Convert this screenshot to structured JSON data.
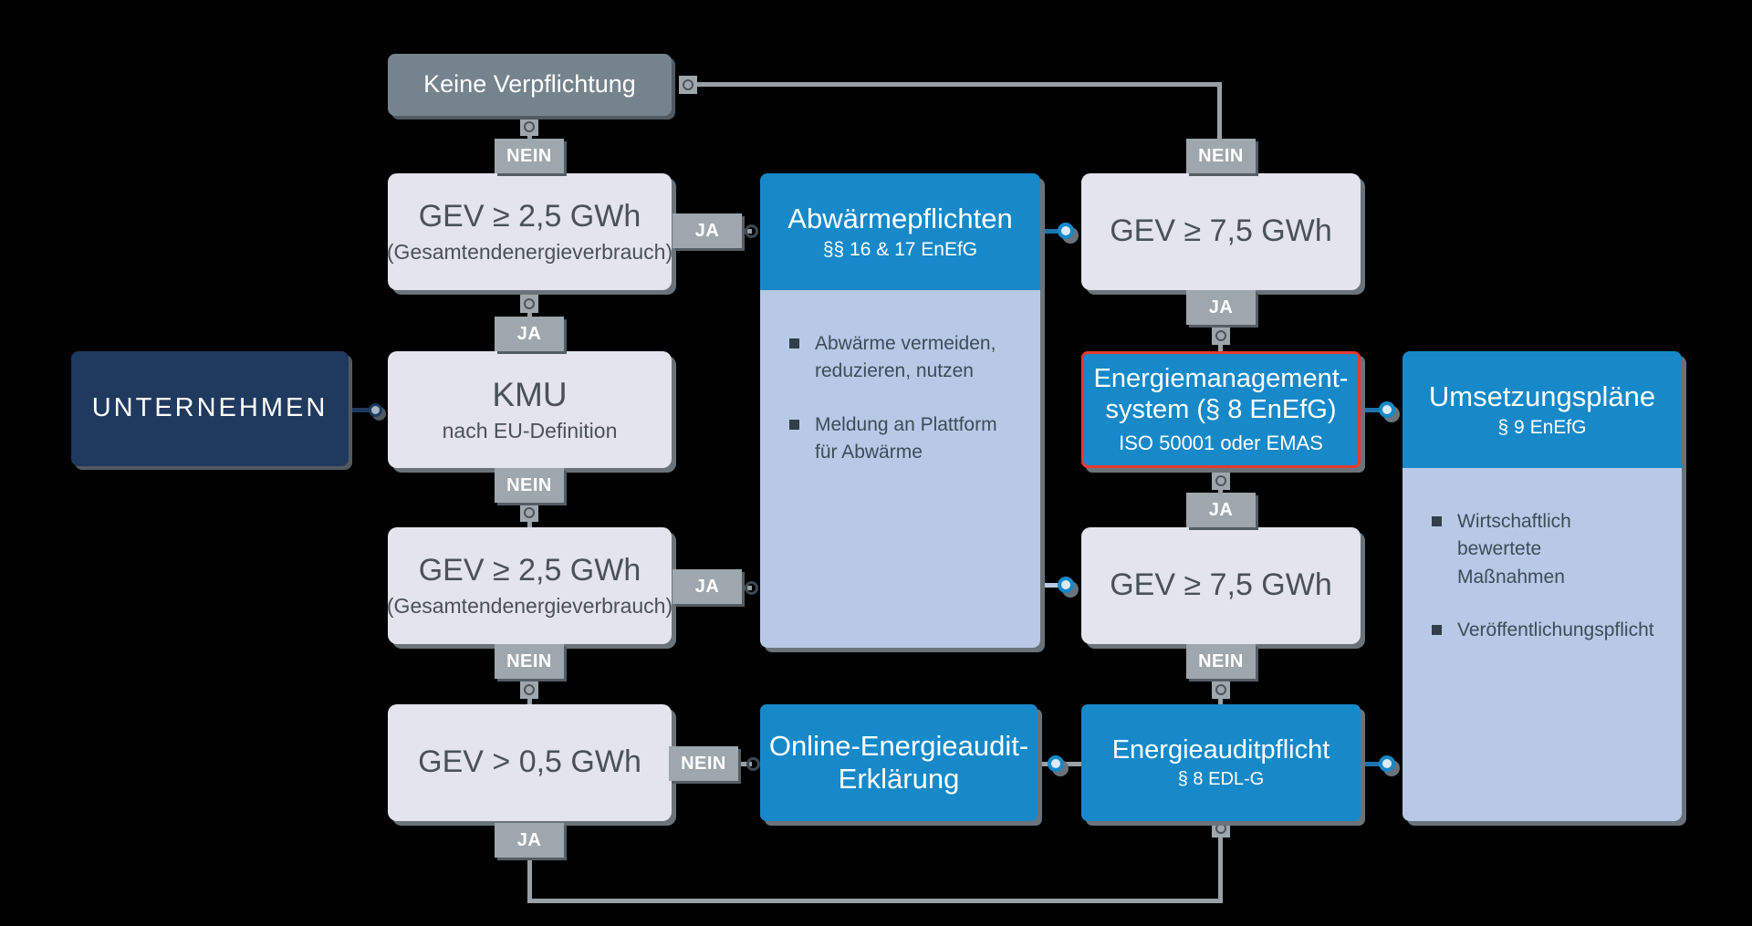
{
  "diagram": {
    "nodes": {
      "unternehmen": {
        "label": "UNTERNEHMEN"
      },
      "keine_verpflichtung": {
        "label": "Keine Verpflichtung"
      },
      "gev_25_top": {
        "label": "GEV ≥ 2,5 GWh",
        "sublabel": "(Gesamtendenergieverbrauch)"
      },
      "kmu": {
        "label": "KMU",
        "sublabel": "nach EU-Definition"
      },
      "gev_25_bottom": {
        "label": "GEV ≥ 2,5 GWh",
        "sublabel": "(Gesamtendenergieverbrauch)"
      },
      "gev_05": {
        "label": "GEV > 0,5 GWh"
      },
      "abwaermepflichten": {
        "label": "Abwärmepflichten",
        "sublabel": "§§ 16 & 17 EnEfG",
        "bullets": [
          "Abwärme vermeiden,\nreduzieren, nutzen",
          "Meldung an Plattform\nfür Abwärme"
        ]
      },
      "online_energieaudit": {
        "label": "Online-Energieaudit-\nErklärung"
      },
      "gev_75_top": {
        "label": "GEV ≥ 7,5 GWh"
      },
      "energiemanagementsystem": {
        "label": "Energiemanagement-\nsystem (§ 8 EnEfG)",
        "sublabel": "ISO 50001 oder EMAS"
      },
      "gev_75_bottom": {
        "label": "GEV ≥ 7,5 GWh"
      },
      "energieauditpflicht": {
        "label": "Energieauditpflicht",
        "sublabel": "§ 8 EDL-G"
      },
      "umsetzungsplaene": {
        "label": "Umsetzungspläne",
        "sublabel": "§ 9 EnEfG",
        "bullets": [
          "Wirtschaftlich bewertete\nMaßnahmen",
          "Veröffentlichungspflicht"
        ]
      }
    },
    "edge_labels": {
      "ja": "JA",
      "nein": "NEIN"
    },
    "colors": {
      "accent_blue": "#1789c9",
      "panel_light_blue": "#b7c9e6",
      "box_light_gray": "#e3e4ed",
      "box_slate": "#75838d",
      "box_navy": "#20395e",
      "edge_label_gray": "#9da7ad",
      "line_gray": "#99a1a6",
      "selection_red": "#e8392e",
      "background": "#000000"
    }
  }
}
